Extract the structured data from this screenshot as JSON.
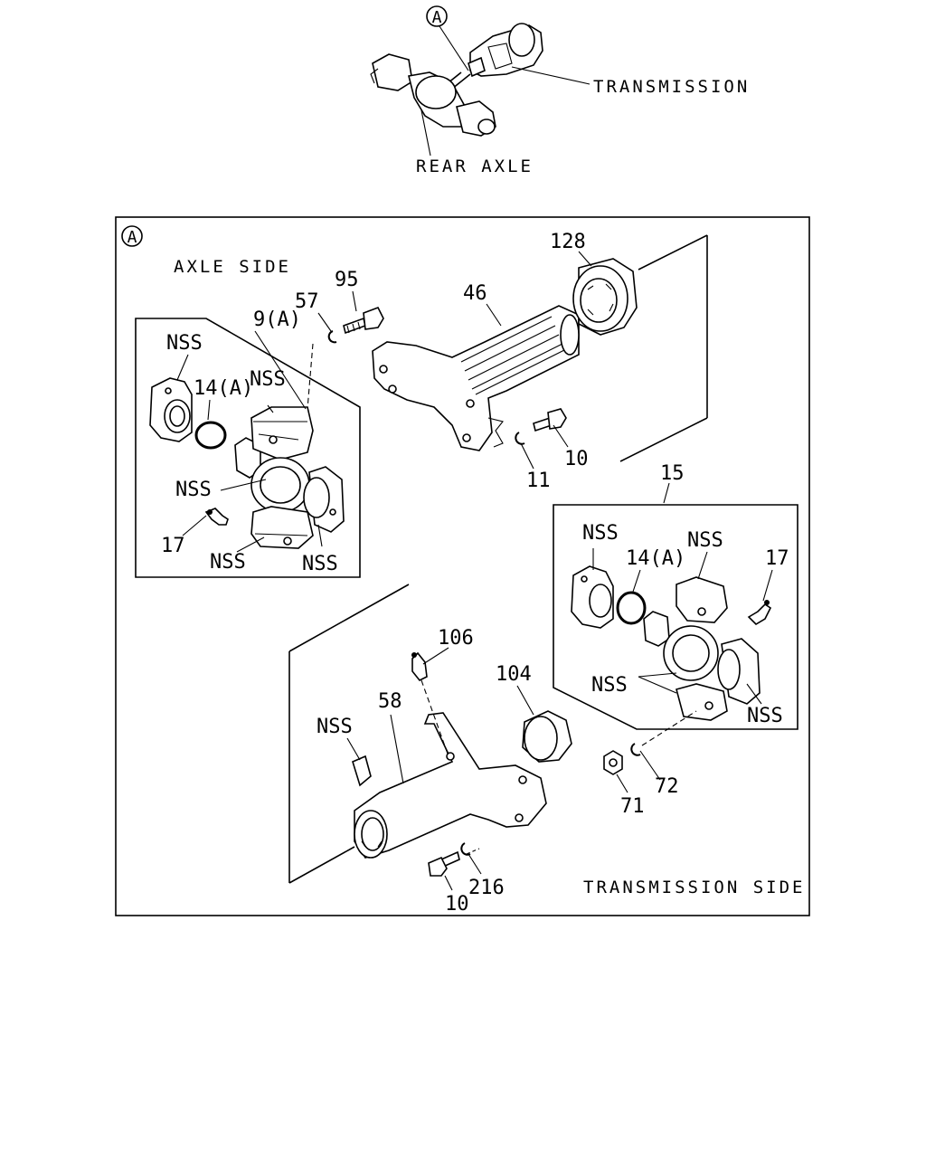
{
  "overview": {
    "callout_letter": "A",
    "transmission_label": "TRANSMISSION",
    "rear_axle_label": "REAR AXLE"
  },
  "detail": {
    "callout_letter": "A",
    "axle_side_label": "AXLE SIDE",
    "transmission_side_label": "TRANSMISSION SIDE"
  },
  "parts": {
    "p128": "128",
    "p46": "46",
    "p95": "95",
    "p57": "57",
    "p9a": "9(A)",
    "p14a_left": "14(A)",
    "p17_left": "17",
    "p10_top": "10",
    "p11": "11",
    "p15": "15",
    "p14a_right": "14(A)",
    "p17_right": "17",
    "p106": "106",
    "p104": "104",
    "p58": "58",
    "p72": "72",
    "p71": "71",
    "p216": "216",
    "p10_bottom": "10"
  },
  "nss": {
    "n1": "NSS",
    "n2": "NSS",
    "n3": "NSS",
    "n4": "NSS",
    "n5": "NSS",
    "n6": "NSS",
    "n7": "NSS",
    "n8": "NSS",
    "n9": "NSS",
    "n10": "NSS"
  }
}
